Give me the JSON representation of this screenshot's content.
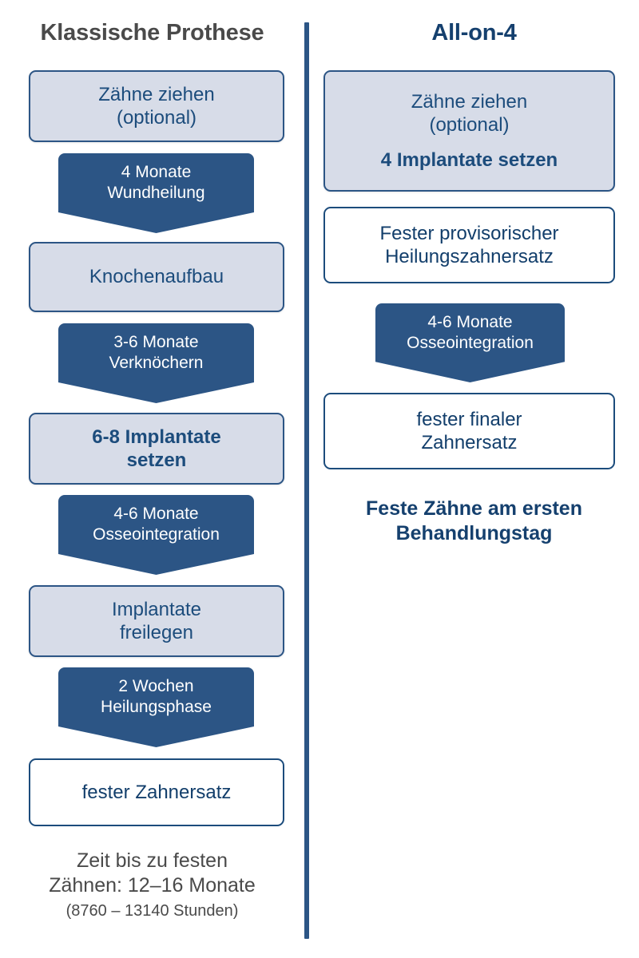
{
  "colors": {
    "dark_blue": "#2C5585",
    "deep_blue": "#15406E",
    "light_fill": "#D7DCE8",
    "gray_text": "#4A4A4A",
    "white": "#FFFFFF"
  },
  "left_column": {
    "header": "Klassische Prothese",
    "steps": [
      {
        "type": "light",
        "lines": [
          "Zähne ziehen",
          "(optional)"
        ],
        "weight": "regular"
      },
      {
        "type": "dark",
        "lines": [
          "4 Monate",
          "Wundheilung"
        ],
        "weight": "regular"
      },
      {
        "type": "light",
        "lines": [
          "Knochenaufbau"
        ],
        "weight": "regular"
      },
      {
        "type": "dark",
        "lines": [
          "3-6 Monate",
          "Verknöchern"
        ],
        "weight": "regular"
      },
      {
        "type": "light",
        "lines": [
          "6-8 Implantate",
          "setzen"
        ],
        "weight": "bold"
      },
      {
        "type": "dark",
        "lines": [
          "4-6 Monate",
          "Osseointegration"
        ],
        "weight": "regular"
      },
      {
        "type": "light",
        "lines": [
          "Implantate",
          "freilegen"
        ],
        "weight": "regular"
      },
      {
        "type": "dark",
        "lines": [
          "2 Wochen",
          "Heilungsphase"
        ],
        "weight": "regular"
      },
      {
        "type": "white",
        "lines": [
          "fester Zahnersatz"
        ],
        "weight": "regular"
      }
    ],
    "footer_main_line1": "Zeit bis zu festen",
    "footer_main_line2": "Zähnen: 12–16 Monate",
    "footer_sub": "(8760 – 13140 Stunden)"
  },
  "right_column": {
    "header": "All-on-4",
    "steps": [
      {
        "type": "light",
        "lines": [
          "Zähne ziehen",
          "(optional)"
        ],
        "bold_lines": [
          "4 Implantate setzen"
        ]
      },
      {
        "type": "white",
        "lines": [
          "Fester provisorischer",
          "Heilungszahnersatz"
        ],
        "weight": "regular"
      },
      {
        "type": "dark",
        "lines": [
          "4-6 Monate",
          "Osseointegration"
        ],
        "weight": "regular"
      },
      {
        "type": "white",
        "lines": [
          "fester finaler",
          "Zahnersatz"
        ],
        "weight": "regular"
      }
    ],
    "footer_line1": "Feste Zähne am ersten",
    "footer_line2": "Behandlungstag"
  }
}
